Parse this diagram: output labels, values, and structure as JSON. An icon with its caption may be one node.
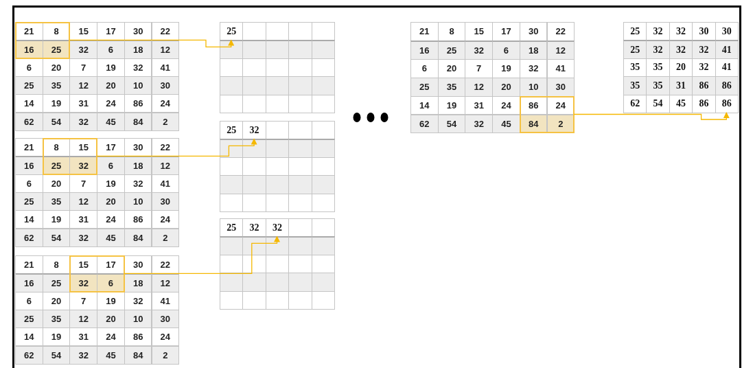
{
  "diagram": {
    "nodes": [
      {
        "text": [],
        "shape": "box"
      },
      {
        "text": [
          "25"
        ]
      },
      {
        "text": [],
        "shape": "box"
      },
      {
        "text": [
          "32"
        ]
      },
      {
        "text": [],
        "shape": "box"
      },
      {
        "text": [
          "32"
        ]
      },
      {
        "text": [],
        "shape": "box"
      },
      {
        "text": [
          "86"
        ]
      }
    ],
    "edges": [
      {
        "from": 0,
        "to": 1,
        "arrow": "to"
      },
      {
        "from": 2,
        "to": 3,
        "arrow": "to"
      },
      {
        "from": 4,
        "to": 5,
        "arrow": "to"
      },
      {
        "from": 6,
        "to": 7,
        "arrow": "to"
      }
    ],
    "labels": [
      "21",
      "8",
      "15",
      "17",
      "30",
      "22",
      "16",
      "25",
      "32",
      "6",
      "18",
      "12",
      "6",
      "20",
      "7",
      "19",
      "32",
      "41",
      "25",
      "35",
      "12",
      "20",
      "10",
      "30",
      "14",
      "19",
      "31",
      "24",
      "86",
      "24",
      "62",
      "54",
      "32",
      "45",
      "84",
      "2",
      "21",
      "8",
      "15",
      "17",
      "30",
      "22",
      "16",
      "25",
      "32",
      "6",
      "18",
      "12",
      "6",
      "20",
      "7",
      "19",
      "32",
      "41",
      "25",
      "35",
      "12",
      "20",
      "10",
      "30",
      "14",
      "19",
      "31",
      "24",
      "86",
      "24",
      "62",
      "54",
      "32",
      "45",
      "84",
      "2",
      "25",
      "21",
      "8",
      "15",
      "17",
      "30",
      "22",
      "16",
      "25",
      "32",
      "6",
      "18",
      "12",
      "6",
      "20",
      "7",
      "19",
      "32",
      "41",
      "25",
      "35",
      "12",
      "20",
      "10",
      "30",
      "14",
      "19",
      "31",
      "24",
      "86",
      "24",
      "62",
      "54",
      "32",
      "45",
      "84",
      "2",
      "25",
      "32",
      "21",
      "8",
      "15",
      "17",
      "30",
      "22",
      "16",
      "25",
      "32",
      "6",
      "18",
      "12",
      "6",
      "20",
      "7",
      "19",
      "32",
      "41",
      "25",
      "35",
      "12",
      "20",
      "10",
      "30",
      "14",
      "19",
      "31",
      "24",
      "86",
      "24",
      "62",
      "54",
      "32",
      "45",
      "84",
      "2",
      "25",
      "32",
      "32",
      "30",
      "30",
      "25",
      "32",
      "32",
      "32",
      "41",
      "35",
      "35",
      "20",
      "32",
      "41",
      "35",
      "35",
      "31",
      "86",
      "86",
      "62",
      "54",
      "45",
      "86"
    ]
  }
}
